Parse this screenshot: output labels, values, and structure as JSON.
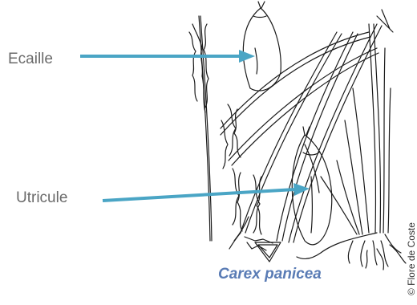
{
  "labels": {
    "scale": "Ecaille",
    "utricle": "Utricule"
  },
  "caption": "Carex panicea",
  "credit": "© Flore de Coste",
  "colors": {
    "arrow": "#4aa5c5",
    "ink": "#1a1a1a",
    "caption": "#5a7cb5",
    "label": "#6a6a6a"
  }
}
